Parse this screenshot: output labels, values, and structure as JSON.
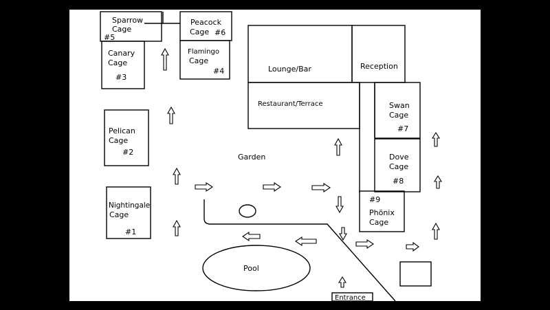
{
  "cages": {
    "sparrow": {
      "name_line1": "Sparrow",
      "name_line2": "Cage",
      "number": "#5"
    },
    "peacock": {
      "name_line1": "Peacock",
      "name_line2": "Cage",
      "number": "#6"
    },
    "canary": {
      "name_line1": "Canary",
      "name_line2": "Cage",
      "number": "#3"
    },
    "flamingo": {
      "name_line1": "Flamingo",
      "name_line2": "Cage",
      "number": "#4"
    },
    "pelican": {
      "name_line1": "Pelican",
      "name_line2": "Cage",
      "number": "#2"
    },
    "nightingale": {
      "name_line1": "Nightingale",
      "name_line2": "Cage",
      "number": "#1"
    },
    "swan": {
      "name_line1": "Swan",
      "name_line2": "Cage",
      "number": "#7"
    },
    "dove": {
      "name_line1": "Dove",
      "name_line2": "Cage",
      "number": "#8"
    },
    "phoenix": {
      "name_line1": "Phönix",
      "name_line2": "Cage",
      "number": "#9"
    }
  },
  "areas": {
    "lounge": "Lounge/Bar",
    "reception": "Reception",
    "restaurant": "Restaurant/Terrace",
    "garden": "Garden",
    "pool": "Pool",
    "entrance": "Entrance"
  }
}
